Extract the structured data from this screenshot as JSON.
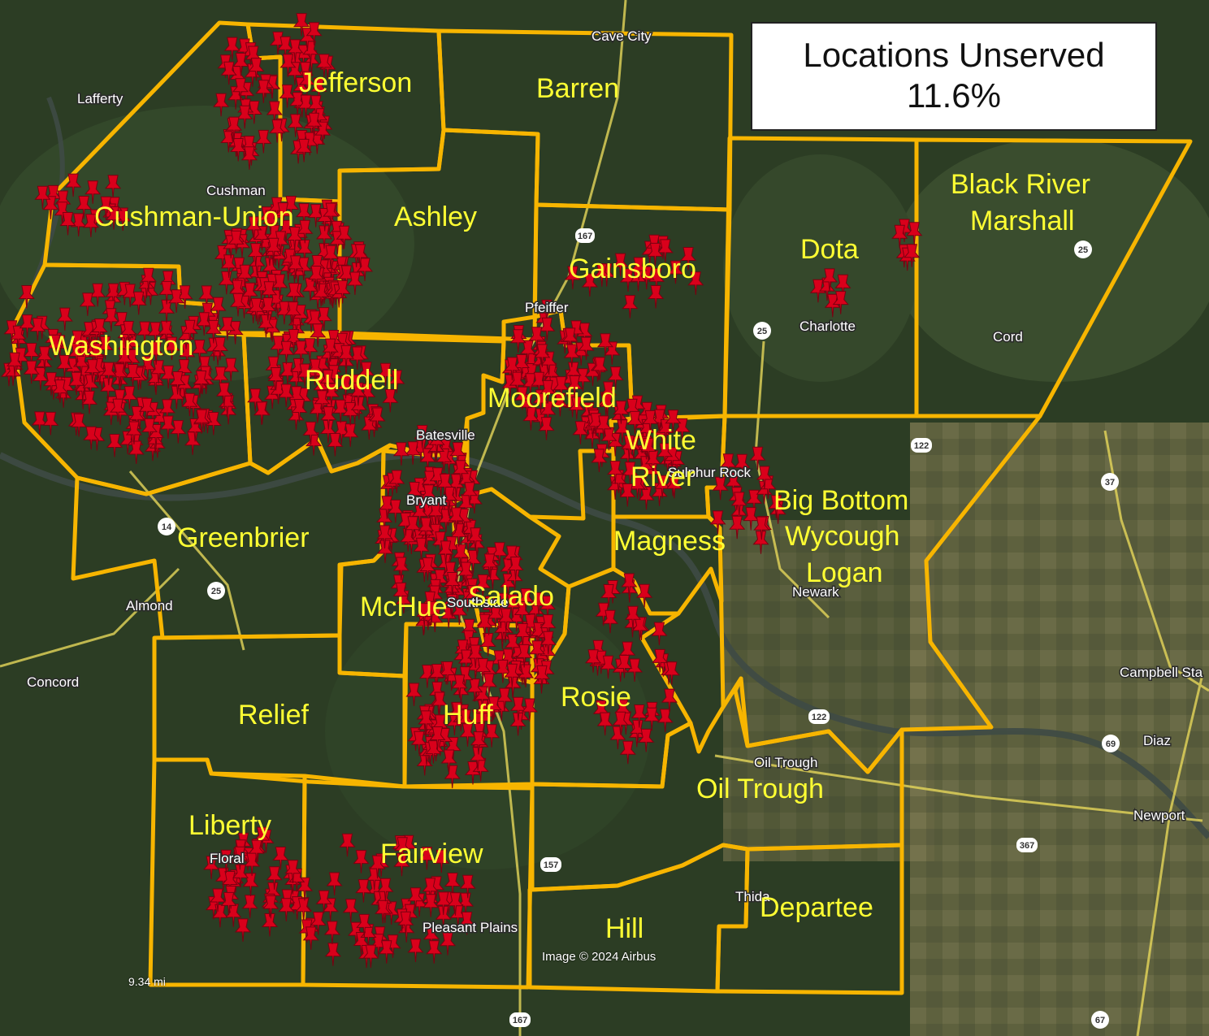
{
  "legend": {
    "title": "Locations Unserved",
    "value": "11.6%"
  },
  "colors": {
    "boundary": "#f7b500",
    "label": "#ffff33",
    "pin": "#d9001b"
  },
  "regions": [
    "Jefferson",
    "Barren",
    "Cushman-Union",
    "Ashley",
    "Gainsboro",
    "Dota",
    "Black River",
    "Marshall",
    "Washington",
    "Ruddell",
    "Moorefield",
    "White",
    "River",
    "Big Bottom",
    "Wycough",
    "Logan",
    "Greenbrier",
    "Magness",
    "Salado",
    "McHue",
    "Rosie",
    "Relief",
    "Huff",
    "Oil Trough",
    "Liberty",
    "Fairview",
    "Departee",
    "Hill"
  ],
  "places": [
    "Cave City",
    "Lafferty",
    "Cushman",
    "Pfeiffer",
    "Charlotte",
    "Cord",
    "Batesville",
    "Sulphur Rock",
    "Bryant",
    "Southside",
    "Almond",
    "Newark",
    "Concord",
    "Campbell Sta",
    "Diaz",
    "Oil Trough",
    "Newport",
    "Floral",
    "Pleasant Plains",
    "Thida"
  ],
  "shields": [
    "167",
    "25",
    "25",
    "122",
    "37",
    "14",
    "25",
    "122",
    "69",
    "367",
    "157",
    "167",
    "67"
  ],
  "credit": "Image © 2024 Airbus",
  "scale": "9.34 mi"
}
